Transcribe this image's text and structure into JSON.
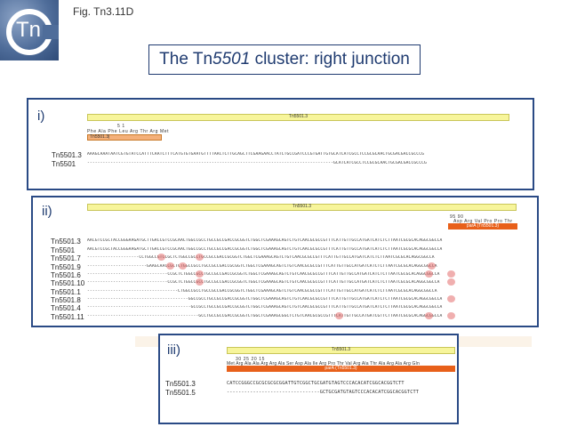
{
  "logo": {
    "text": "Tn"
  },
  "fig_label": "Fig. Tn3.11D",
  "title": {
    "pre": "The Tn",
    "italic": "5501",
    "post": " cluster: right junction"
  },
  "panel_i": {
    "label": "i)",
    "ruler": "Tn5501.3",
    "aa_numbers": "5                   1",
    "aa": "Phe Ala Phe Leu Arg Thr Arg Met",
    "feature": "Tn5501.3|",
    "rows": [
      {
        "name": "Tn5501.3",
        "seq": "AAAGCAAATAATCGTGTATCCATTTCAATCTTTCATGTGTGAATGTTTTAACTCTTGCAGCTTCGAAGAACCTATCTGCCGATCCCGTGATTGTGCATCATCGCCTCCGCGCAACTGCGACGACCGCCCG"
      },
      {
        "name": "Tn5501",
        "seq": "-----------------------------------------------------------------------------------------------GCATCATCGCCTCCGCGCAACTGCGACGACCGCCCG"
      }
    ]
  },
  "panel_ii": {
    "label": "ii)",
    "ruler": "Tn5501.3",
    "aa_numbers": "95                  90",
    "aa": "Asp Arg Val Pro Pro Thr",
    "feature": "parA (Tn5501.3)",
    "rows": [
      {
        "name": "Tn5501.3",
        "seq": "AACGTCCGCTACCGGGAAGATGCTTGACCGTCCGCAACTGGCCGCCTGCCGCCGACCGCGGTCTGGCTCGAAAGCAGTCTGTCAACGCGCCGTTTCATTGTTGCCATGATCATCTCTTAATCGCGCACAGGCGGCCA"
      },
      {
        "name": "Tn5501",
        "seq": "AACGTCCGCTACCGGGAAGATGCTTGACCGTCCGCAACTGGCCGCCTGCCGCCGACCGCGGTCTGGCTCGAAAGCAGTCTGTCAACGCGCCGTTTCATTGTTGCCATGATCATCTCTTAATCGCGCACAGGCGGCCA"
      },
      {
        "name": "Tn5501.7",
        "seq": "--------------------CCTGGCCGTCCGCTCTGGCCGCCTGCCGCCGACCGCGGTCTGGCTCGAAAGCAGTCTGTCAACGCGCCGTTTCATTGTTGCCATGATCATCTCTTAATCGCGCACAGGCGGCCA"
      },
      {
        "name": "Tn5501.9",
        "seq": "-----------------------GAAGCAACCGCTCTGGCCGCCTGCCGCCGACCGCGGTCTGGCTCGAAAGCAGTCTGTCAACGCGCCGTTTCATTGTTGCCATGATCATCTCTTAATCGCGCACAGGCGGCCA"
      },
      {
        "name": "Tn5501.6",
        "seq": "-------------------------------CCGCTCTGGCCGCCTGCCGCCGACCGCGGTCTGGCTCGAAAGCAGTCTGTCAACGCGCCGTTTCATTGTTGCCATGATCATCTCTTAATCGCGCACAGGCGGCCA"
      },
      {
        "name": "Tn5501.10",
        "seq": "-------------------------------CCGCTCTGGCCGCCTGCCGCCGACCGCGGTCTGGCTCGAAAGCAGTCTGTCAACGCGCCGTTTCATTGTTGCCATGATCATCTCTTAATCGCGCACAGGCGGCCA"
      },
      {
        "name": "Tn5501.1",
        "seq": "-----------------------------------CTGGCCGCCTGCCGCCGACCGCGGTCTGGCTCGAAAGCAGTCTGTCAACGCGCCGTTTCATTGTTGCCATGATCATCTCTTAATCGCGCACAGGCGGCCA"
      },
      {
        "name": "Tn5501.8",
        "seq": "---------------------------------------GGCCGCCTGCCGCCGACCGCGGTCTGGCTCGAAAGCAGTCTGTCAACGCGCCGTTTCATTGTTGCCATGATCATCTCTTAATCGCGCACAGGCGGCCA"
      },
      {
        "name": "Tn5501.4",
        "seq": "----------------------------------------GCCGCCTGCCGCCGACCGCGGTCTGGCTCGAAAGCAGTCTGTCAACGCGCCGTTTCATTGTTGCCATGATCATCTCTTAATCGCGCACAGGCGGCCA"
      },
      {
        "name": "Tn5501.11",
        "seq": "-------------------------------------------GCCTGCCGCCGACCGCGGTCTGGCTCGAAAGCGGCTCTGTCAACGCGCCGTTTCATTGTTGCCATGATCGTTCTTAATCGCGCACAGGCGGCCA"
      }
    ]
  },
  "panel_iii": {
    "label": "iii)",
    "ruler": "Tn5501.3",
    "aa_numbers": "30          25          20          15",
    "aa": "Met Arg Ala Ala Arg Arg Ala Ser Asp Ala Ile Arg Pro Thr Val Arg Ala Thr Ala Arg Ala Arg Gln",
    "feature": "parA (Tn5501.3)",
    "rows": [
      {
        "name": "Tn5501.3",
        "seq": "CATCCGGGCCGCGCGCGCGGATTGTCGGCTGCGATGTAGTCCCACACATCGGCACGGTCTT"
      },
      {
        "name": "Tn5501.5",
        "seq": "--------------------------------GCTGCGATGTAGTCCCACACATCGGCACGGTCTT"
      }
    ]
  }
}
